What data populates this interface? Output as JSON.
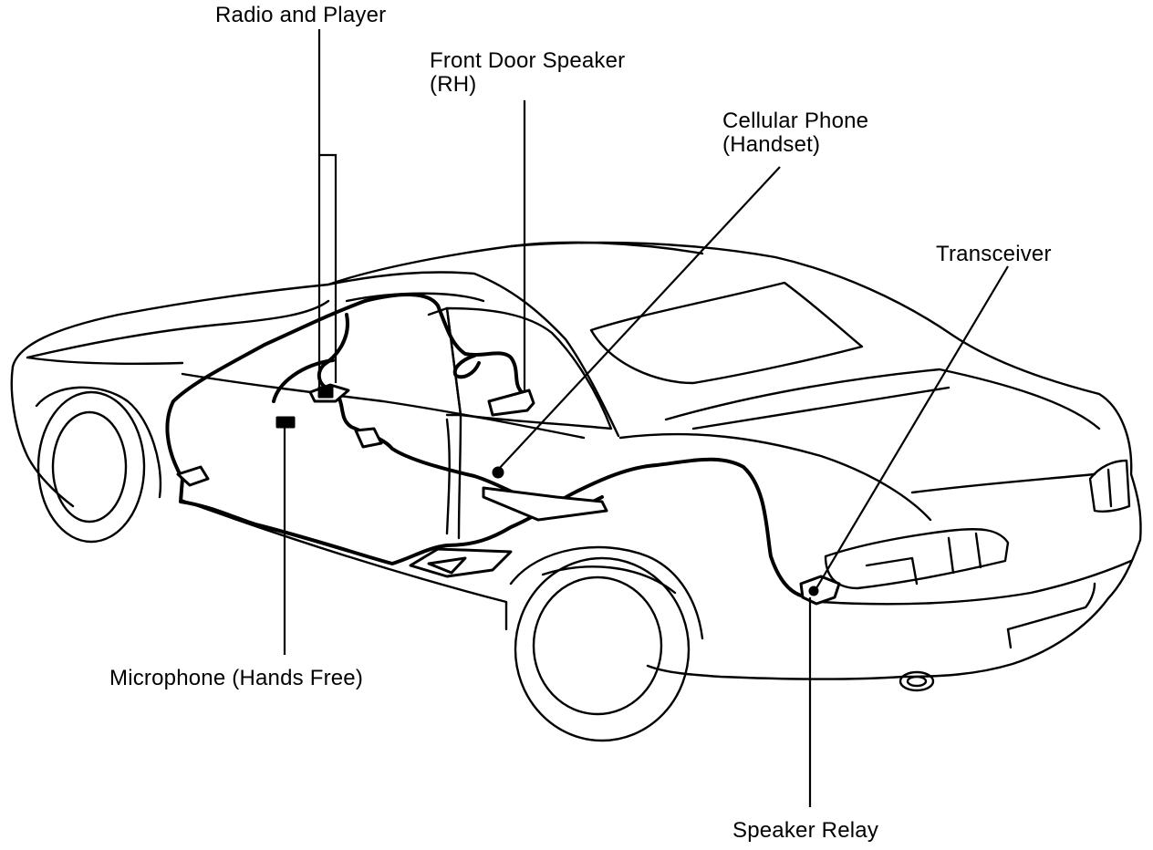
{
  "diagram": {
    "labels": {
      "radio_player": "Radio and Player",
      "front_door_speaker_line1": "Front Door Speaker",
      "front_door_speaker_line2": "(RH)",
      "cellular_phone_line1": "Cellular Phone",
      "cellular_phone_line2": "(Handset)",
      "transceiver": "Transceiver",
      "microphone": "Microphone (Hands Free)",
      "speaker_relay": "Speaker Relay"
    },
    "colors": {
      "line": "#000000",
      "background": "#ffffff"
    }
  }
}
